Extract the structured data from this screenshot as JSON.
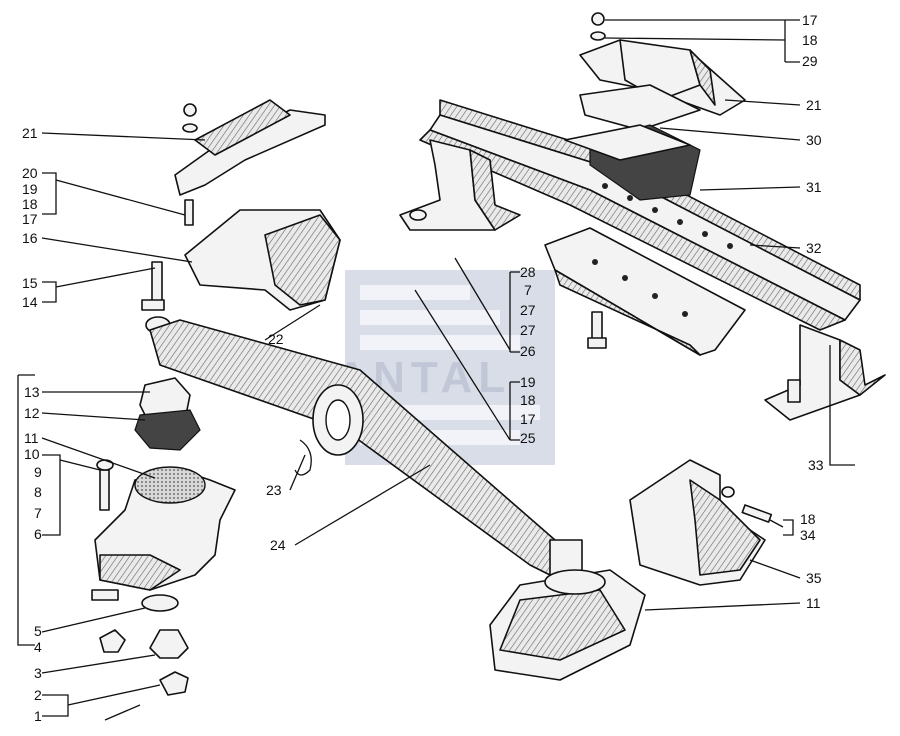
{
  "callouts": {
    "c1": "1",
    "c2": "2",
    "c3": "3",
    "c4": "4",
    "c5": "5",
    "c6": "6",
    "c7": "7",
    "c8": "8",
    "c9": "9",
    "c10": "10",
    "c11a": "11",
    "c11b": "11",
    "c12": "12",
    "c13": "13",
    "c14": "14",
    "c15": "15",
    "c16": "16",
    "c17a": "17",
    "c18a": "18",
    "c19a": "19",
    "c20": "20",
    "c21a": "21",
    "c21b": "21",
    "c22": "22",
    "c23": "23",
    "c24": "24",
    "c28": "28",
    "c7b": "7",
    "c27a": "27",
    "c27b": "27",
    "c26": "26",
    "c19b": "19",
    "c18b": "18",
    "c17b": "17",
    "c25": "25",
    "c17c": "17",
    "c18c": "18",
    "c29": "29",
    "c30": "30",
    "c31": "31",
    "c32": "32",
    "c33": "33",
    "c18d": "18",
    "c34": "34",
    "c35": "35"
  },
  "watermark": "SANTAL"
}
